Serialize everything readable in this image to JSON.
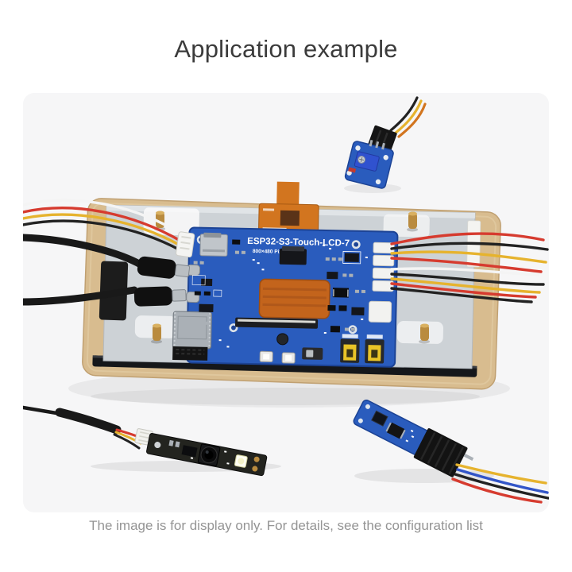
{
  "header": {
    "title": "Application example"
  },
  "photo": {
    "board_label": "ESP32-S3-Touch-LCD-7",
    "board_sublabel": "800×480 Pixels"
  },
  "footer": {
    "caption": "The image is for display only. For details, see the configuration list"
  },
  "colors": {
    "page-bg": "#ffffff",
    "photo-bg": "#f6f6f7",
    "title-color": "#3b3b3b",
    "caption-color": "#949494",
    "pcb-blue": "#2a5cbd",
    "pcb-blue-dark": "#1c4395",
    "wood": "#d8bc8f",
    "wood-edge": "#c0a071",
    "plate": "#cdd2d6",
    "plate-light": "#e0e4e7",
    "screen-dark": "#15171a",
    "fpc-orange": "#d2751f",
    "fpc-pad": "#c3641c",
    "copper": "#b98b3f",
    "shield-silver": "#aab0b6",
    "cable-black": "#191919",
    "wire-red": "#d63b2f",
    "wire-yellow": "#e6b32e",
    "wire-black": "#222222",
    "wire-white": "#f4f4f4",
    "wire-blue": "#3255c8"
  }
}
